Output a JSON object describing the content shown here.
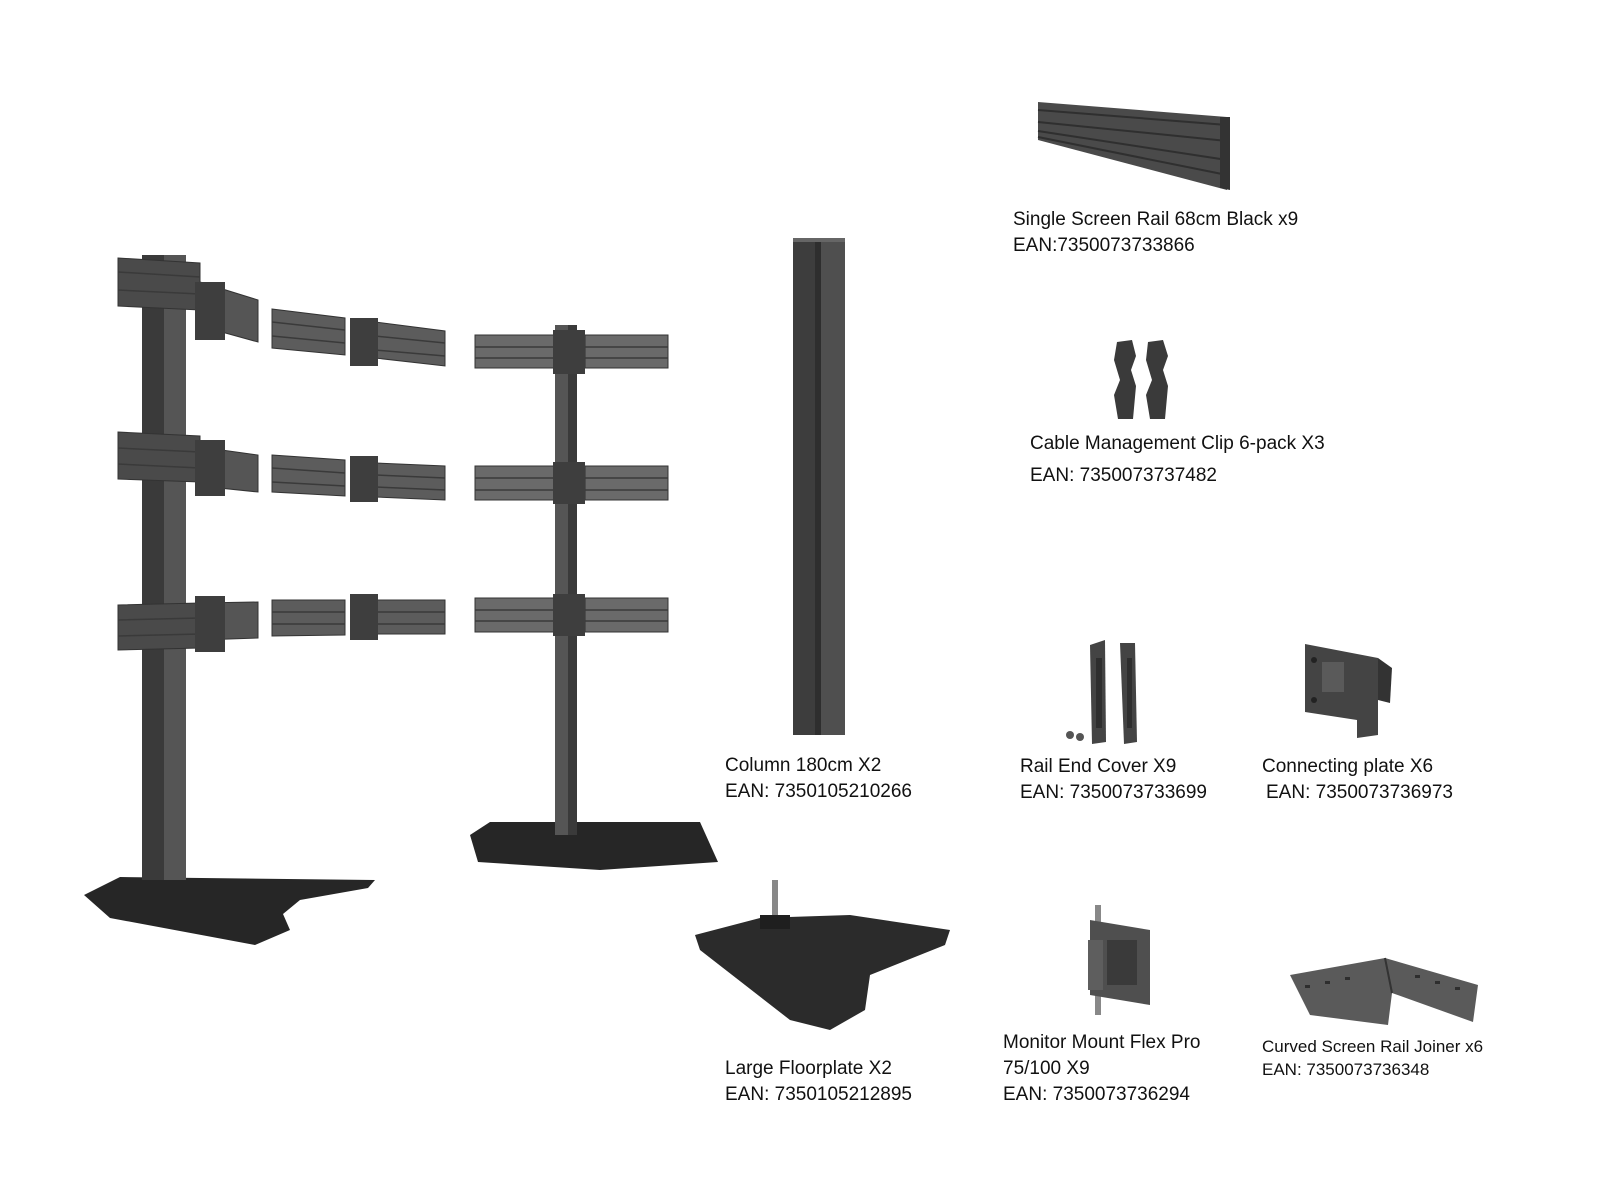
{
  "colors": {
    "background": "#ffffff",
    "metal_dark": "#3d3d3d",
    "metal_mid": "#5a5a5a",
    "metal_light": "#777777",
    "floorplate": "#2b2b2b",
    "text": "#111111"
  },
  "parts": {
    "rail": {
      "name": "Single Screen Rail 68cm Black x9",
      "ean": "EAN:7350073733866"
    },
    "clip": {
      "name": "Cable Management Clip 6-pack X3",
      "ean": "EAN: 7350073737482"
    },
    "column": {
      "name": "Column 180cm X2",
      "ean": "EAN: 7350105210266"
    },
    "end_cover": {
      "name": "Rail End Cover X9",
      "ean": "EAN: 7350073733699"
    },
    "connecting_plate": {
      "name": "Connecting plate X6",
      "ean": "EAN: 7350073736973"
    },
    "floorplate": {
      "name": "Large Floorplate X2",
      "ean": "EAN: 7350105212895"
    },
    "monitor_mount": {
      "name_line1": "Monitor Mount Flex Pro",
      "name_line2": "75/100 X9",
      "ean": "EAN: 7350073736294"
    },
    "joiner": {
      "name": "Curved Screen Rail Joiner x6",
      "ean": "EAN: 7350073736348"
    }
  }
}
